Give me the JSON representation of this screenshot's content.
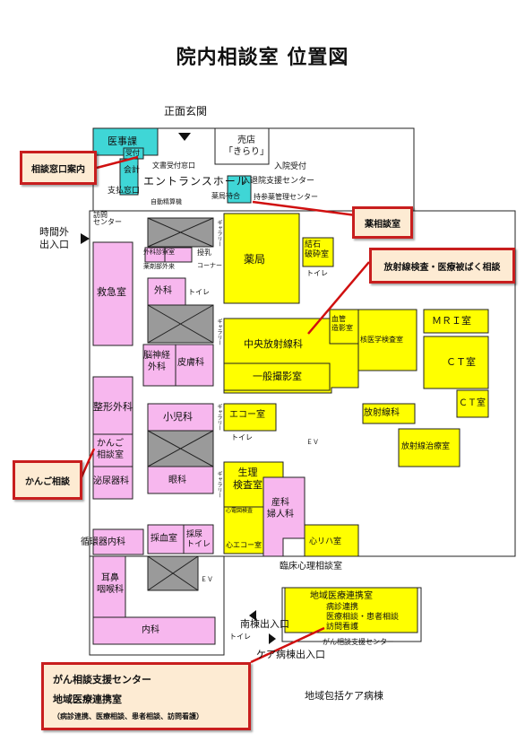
{
  "title": "院内相談室 位置図",
  "entrances": {
    "main": "正面玄関",
    "after_hours": "時間外\n出入口",
    "south": "南棟出入口",
    "care": "ケア病棟出入口"
  },
  "rooms": {
    "medical_affairs": "医事課",
    "reception": "受付",
    "accounting": "会計",
    "payment_window": "支払窓口",
    "document_reception": "文書受付窓口",
    "shop": "売店\n「きらり」",
    "admission_reception": "入院受付",
    "admission_support": "入退院支援センター",
    "entrance_hall": "エントランスホール",
    "automatic_payment": "自動精算機",
    "pharmacy_waiting": "薬局待合",
    "drug_management": "持参薬管理センター",
    "visit_center": "訪問\nセンター",
    "pharmacy": "薬局",
    "stone_crushing": "結石\n破砕室",
    "outpatient_exam": "外科診察室",
    "outpatient_drug": "薬剤部外来",
    "nursing": "授乳",
    "corner": "コーナー",
    "emergency": "救急室",
    "surgery": "外科",
    "toilet": "トイレ",
    "neurosurgery": "脳神経\n外科",
    "dermatology": "皮膚科",
    "central_radiology": "中央放射線科",
    "angiography": "血管\n造影室",
    "nuclear_medicine": "核医学検査室",
    "general_xray": "一般撮影室",
    "mri": "ＭＲＩ室",
    "ct": "ＣＴ室",
    "ct2": "ＣＴ室",
    "orthopedics": "整形外科",
    "pediatrics": "小児科",
    "echo": "エコー室",
    "radiology": "放射線科",
    "radiotherapy": "放射線治療室",
    "ev": "ＥＶ",
    "nursing_consult": "かんご\n相談室",
    "urology": "泌尿器科",
    "ophthalmology": "眼科",
    "physiology": "生理\n検査室",
    "ecg": "心電図検査",
    "obstetrics": "産科\n婦人科",
    "heart_echo": "心エコー室",
    "cardiac_rehab": "心リハ室",
    "cardiology": "循環器内科",
    "blood_sampling": "採血室",
    "urine_toilet": "採尿\nトイレ",
    "clinical_psych": "臨床心理相談室",
    "ent": "耳鼻\n咽喉科",
    "internal_medicine": "内科",
    "regional_liaison": "地域医療連携室",
    "liaison_items": [
      "病診連携",
      "医療相談・患者相談",
      "訪問看護"
    ],
    "cancer_support": "がん相談支援センター",
    "community_care": "地域包括ケア病棟",
    "gallery": "ギャラリー"
  },
  "callouts": {
    "consult_window": "相談窓口案内",
    "pharmacy_consult": "薬相談室",
    "radiation_consult": "放射線検査・医療被ばく相談",
    "nursing_consult": "かんご相談",
    "cancer": {
      "line1": "がん相談支援センター",
      "line2": "地域医療連携室",
      "line3": "（病診連携、医療相談、患者相談、訪問看護）"
    }
  },
  "colors": {
    "pink": "#f7b7ee",
    "yellow": "#ffff00",
    "cyan": "#3fd6d6",
    "gray": "#9a9a9a",
    "callout_border": "#c81e1e",
    "callout_fill": "#fdebd3"
  }
}
